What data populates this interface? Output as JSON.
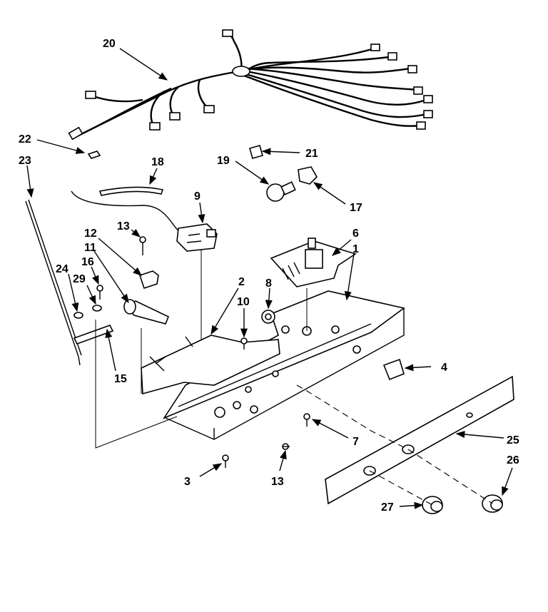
{
  "callouts": [
    {
      "id": "20",
      "text": "20"
    },
    {
      "id": "22",
      "text": "22"
    },
    {
      "id": "23",
      "text": "23"
    },
    {
      "id": "18",
      "text": "18"
    },
    {
      "id": "19",
      "text": "19"
    },
    {
      "id": "21",
      "text": "21"
    },
    {
      "id": "17",
      "text": "17"
    },
    {
      "id": "9",
      "text": "9"
    },
    {
      "id": "13a",
      "text": "13"
    },
    {
      "id": "12",
      "text": "12"
    },
    {
      "id": "11",
      "text": "11"
    },
    {
      "id": "6",
      "text": "6"
    },
    {
      "id": "1",
      "text": "1"
    },
    {
      "id": "24",
      "text": "24"
    },
    {
      "id": "16",
      "text": "16"
    },
    {
      "id": "29",
      "text": "29"
    },
    {
      "id": "2",
      "text": "2"
    },
    {
      "id": "8",
      "text": "8"
    },
    {
      "id": "10",
      "text": "10"
    },
    {
      "id": "15",
      "text": "15"
    },
    {
      "id": "4",
      "text": "4"
    },
    {
      "id": "7",
      "text": "7"
    },
    {
      "id": "25",
      "text": "25"
    },
    {
      "id": "26",
      "text": "26"
    },
    {
      "id": "3",
      "text": "3"
    },
    {
      "id": "13b",
      "text": "13"
    },
    {
      "id": "27",
      "text": "27"
    }
  ]
}
